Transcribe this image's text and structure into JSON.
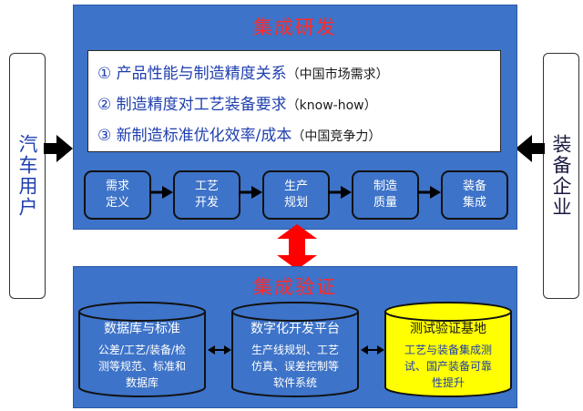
{
  "top_panel": {
    "title": "集成研发",
    "bullets": [
      {
        "text": "① 产品性能与制造精度关系",
        "note": "（中国市场需求）"
      },
      {
        "text": "② 制造精度对工艺装备要求",
        "note": "（know-how）"
      },
      {
        "text": "③ 新制造标准优化效率/成本",
        "note": "（中国竞争力）"
      }
    ],
    "steps": [
      {
        "line1": "需求",
        "line2": "定义"
      },
      {
        "line1": "工艺",
        "line2": "开发"
      },
      {
        "line1": "生产",
        "line2": "规划"
      },
      {
        "line1": "制造",
        "line2": "质量"
      },
      {
        "line1": "装备",
        "line2": "集成"
      }
    ]
  },
  "bottom_panel": {
    "title": "集成验证",
    "cylinders": [
      {
        "title": "数据库与标准",
        "lines": [
          "公差/工艺/装备/检",
          "测等规范、标准和",
          "数据库"
        ]
      },
      {
        "title": "数字化开发平台",
        "lines": [
          "生产线规划、工艺",
          "仿真、误差控制等",
          "软件系统"
        ]
      },
      {
        "title": "测试验证基地",
        "lines": [
          "工艺与装备集成测",
          "试、国产装备可靠",
          "性提升"
        ]
      }
    ]
  },
  "left_box": {
    "label": "汽车用户"
  },
  "right_box": {
    "label": "装备企业"
  },
  "colors": {
    "panel": "#3D73C8",
    "title_red": "#FF2A2A",
    "link_red": "#FF0000",
    "text_blue": "#1F3FAE",
    "yellow_cyl": "#FFFF00"
  }
}
